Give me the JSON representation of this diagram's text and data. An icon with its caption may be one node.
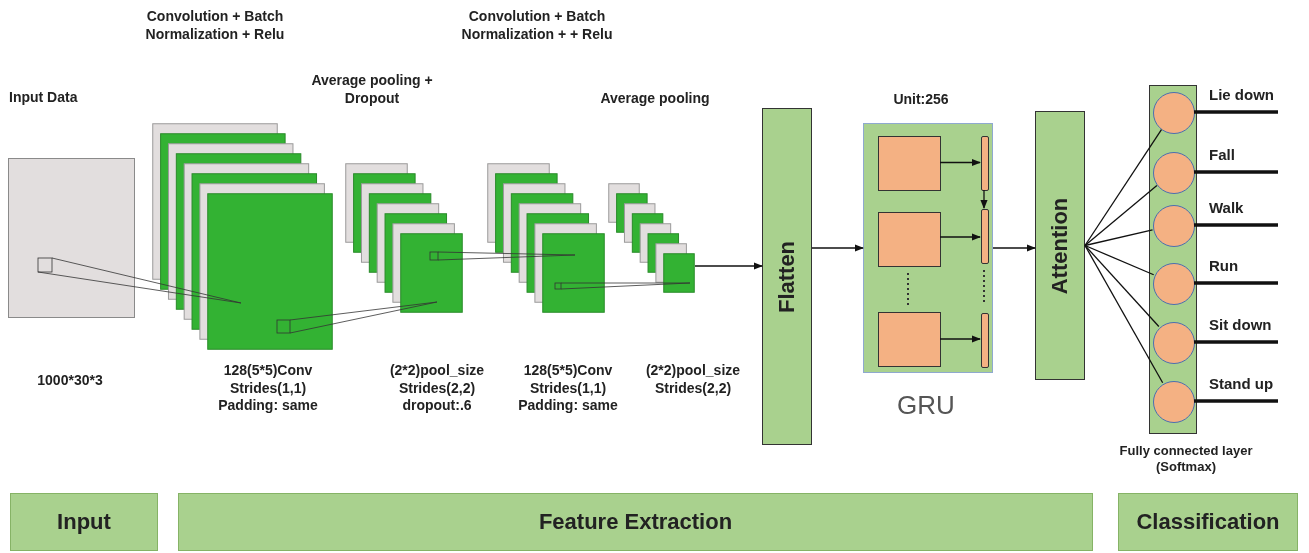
{
  "diagram": {
    "nodes": [
      {
        "text": [
          "Input Data"
        ]
      },
      {
        "text": [
          "Convolution + Batch Normalization + Relu"
        ],
        "beside": [
          "128(5*5)Conv Strides(1,1) Padding: same"
        ]
      },
      {
        "text": [
          "Average pooling + Dropout"
        ],
        "beside": [
          "(2*2)pool_size Strides(2,2) dropout:.6"
        ]
      },
      {
        "text": [
          "Convolution + Batch Normalization + + Relu"
        ],
        "beside": [
          "128(5*5)Conv Strides(1,1) Padding: same"
        ]
      },
      {
        "text": [
          "Average pooling"
        ]
      },
      {
        "text": [
          "Flatten"
        ]
      },
      {
        "text": [
          "Unit:256"
        ],
        "beside": [
          "GRU"
        ]
      },
      {
        "text": [],
        "shape": "box",
        "in": 6
      },
      {
        "text": [],
        "shape": "box",
        "in": 6
      },
      {
        "text": [],
        "shape": "box",
        "in": 6
      },
      {
        "text": [],
        "shape": "bar",
        "in": 6
      },
      {
        "text": [],
        "shape": "bar",
        "in": 6
      },
      {
        "text": [],
        "shape": "bar",
        "in": 6
      },
      {
        "text": [
          "Attention"
        ]
      },
      {
        "text": [],
        "shape": "bar",
        "beside": [
          "Fully connected layer (Softmax)"
        ]
      },
      {
        "text": [],
        "shape": "circle",
        "in": 14
      },
      {
        "text": [],
        "shape": "circle",
        "in": 14
      },
      {
        "text": [],
        "shape": "circle",
        "in": 14
      },
      {
        "text": [],
        "shape": "circle",
        "in": 14
      },
      {
        "text": [],
        "shape": "circle",
        "in": 14
      },
      {
        "text": [],
        "shape": "circle",
        "in": 14
      },
      {
        "text": [
          "Input"
        ]
      },
      {
        "text": [
          "Feature Extraction"
        ]
      },
      {
        "text": [
          "Classification"
        ]
      }
    ],
    "edges": [
      {
        "from": 4,
        "to": 5,
        "arrow": "to"
      },
      {
        "from": 5,
        "to": 6,
        "arrow": "to"
      },
      {
        "from": 7,
        "to": 10,
        "arrow": "to"
      },
      {
        "from": 8,
        "to": 11,
        "arrow": "to"
      },
      {
        "from": 9,
        "to": 12,
        "arrow": "to"
      },
      {
        "from": 10,
        "to": 11,
        "arrow": "to"
      },
      {
        "from": 6,
        "to": 13,
        "arrow": "to"
      },
      {
        "from": 13,
        "to": 15,
        "arrow": "none"
      },
      {
        "from": 13,
        "to": 16,
        "arrow": "none"
      },
      {
        "from": 13,
        "to": 17,
        "arrow": "none"
      },
      {
        "from": 13,
        "to": 18,
        "arrow": "none"
      },
      {
        "from": 13,
        "to": 19,
        "arrow": "none"
      },
      {
        "from": 13,
        "to": 20,
        "arrow": "none"
      },
      {
        "from": 15,
        "to": null,
        "arrow": "none",
        "label": "Lie down",
        "style": "thick"
      },
      {
        "from": 16,
        "to": null,
        "arrow": "none",
        "label": "Fall",
        "style": "thick"
      },
      {
        "from": 17,
        "to": null,
        "arrow": "none",
        "label": "Walk",
        "style": "thick"
      },
      {
        "from": 18,
        "to": null,
        "arrow": "none",
        "label": "Run",
        "style": "thick"
      },
      {
        "from": 19,
        "to": null,
        "arrow": "none",
        "label": "Sit down",
        "style": "thick"
      },
      {
        "from": 20,
        "to": null,
        "arrow": "none",
        "label": "Stand up",
        "style": "thick"
      }
    ],
    "labels": [
      "1000*30*3",
      "(2*2)pool_size Strides(2,2)"
    ]
  }
}
